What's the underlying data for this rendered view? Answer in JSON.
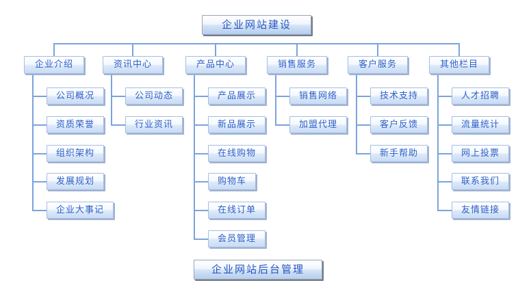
{
  "page": {
    "background": "#ffffff"
  },
  "colors": {
    "line": "#7ba3dc",
    "node_border": "#a6bde1",
    "node_shadow": "#9fb1d0",
    "node_text": "#2e60c8",
    "big_border": "#9aa5b6",
    "big_shadow": "#727b89",
    "big_text": "#2456c2"
  },
  "tree": {
    "root": "企业网站建设",
    "columns": [
      {
        "id": "company-intro",
        "label": "企业介绍",
        "children": [
          "公司概况",
          "资质荣誉",
          "组织架构",
          "发展规划",
          "企业大事记"
        ]
      },
      {
        "id": "news-center",
        "label": "资讯中心",
        "children": [
          "公司动态",
          "行业资讯"
        ]
      },
      {
        "id": "product-center",
        "label": "产品中心",
        "children": [
          "产品展示",
          "新品展示",
          "在线购物",
          "购物车",
          "在线订单",
          "会员管理"
        ]
      },
      {
        "id": "sales-service",
        "label": "销售服务",
        "children": [
          "销售网络",
          "加盟代理"
        ]
      },
      {
        "id": "customer-service",
        "label": "客户服务",
        "children": [
          "技术支持",
          "客户反馈",
          "新手帮助"
        ]
      },
      {
        "id": "other-sections",
        "label": "其他栏目",
        "children": [
          "人才招聘",
          "流量统计",
          "网上投票",
          "联系我们",
          "友情链接"
        ]
      }
    ]
  },
  "footer": {
    "label": "企业网站后台管理"
  }
}
